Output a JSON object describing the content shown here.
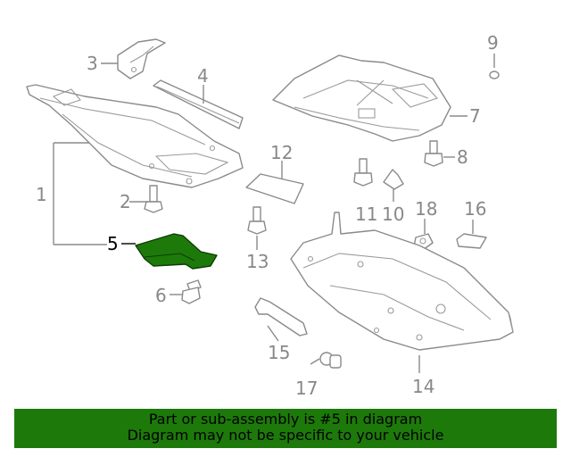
{
  "diagram": {
    "callouts": [
      "1",
      "2",
      "3",
      "4",
      "5",
      "6",
      "7",
      "8",
      "9",
      "10",
      "11",
      "12",
      "13",
      "14",
      "15",
      "16",
      "17",
      "18"
    ],
    "highlighted_callout": "5",
    "highlight_color": "#1d7a0a",
    "part_line_color": "#8a8a8a"
  },
  "banner": {
    "line1": "Part or sub-assembly is #5 in diagram",
    "line2": "Diagram may not be specific to your vehicle",
    "background": "#1d7a0a"
  }
}
